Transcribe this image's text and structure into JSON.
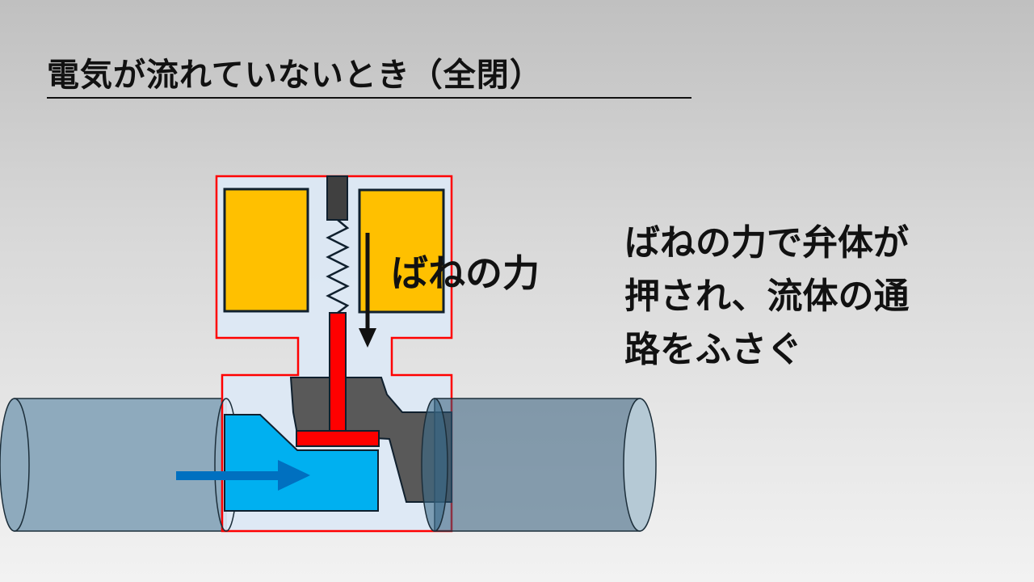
{
  "title": "電気が流れていないとき（全閉）",
  "spring_label": "ばねの力",
  "description": [
    "ばねの力で弁体が",
    "押され、流体の通",
    "路をふさぐ"
  ],
  "colors": {
    "housing_outline": "#ff0000",
    "housing_fill": "#dce8f5",
    "coil": "#ffc000",
    "plunger": "#404040",
    "stem": "#ff0000",
    "valve_body": "#595959",
    "fluid": "#00b0f0",
    "pipe": "#7fa3b8",
    "flow_arrow": "#0070c0"
  }
}
